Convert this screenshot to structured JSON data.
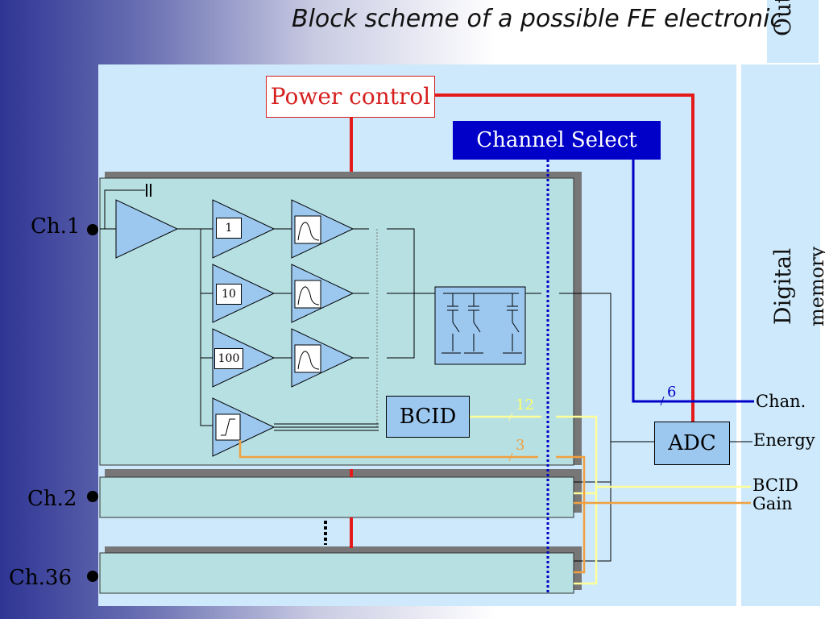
{
  "title": "Block scheme of a possible FE electronic",
  "out_label": "Out",
  "channels": [
    "Ch.1",
    "Ch.2",
    "Ch.36"
  ],
  "power_control": "Power control",
  "channel_select": "Channel Select",
  "gains": [
    "1",
    "10",
    "100"
  ],
  "bcid_block": "BCID",
  "adc": "ADC",
  "digital_memory": [
    "Digital",
    "memory"
  ],
  "outputs": [
    "Chan.",
    "Energy",
    "BCID",
    "Gain"
  ],
  "bus_widths": [
    "6",
    "12",
    "3"
  ],
  "colors": {
    "power": "#e41b1b",
    "select": "#0000c8",
    "bcid_line": "#ffff99",
    "gain_line": "#f0a040",
    "panel": "#cde9fb",
    "block": "#b7e0e3",
    "amp": "#9cc8f0"
  }
}
